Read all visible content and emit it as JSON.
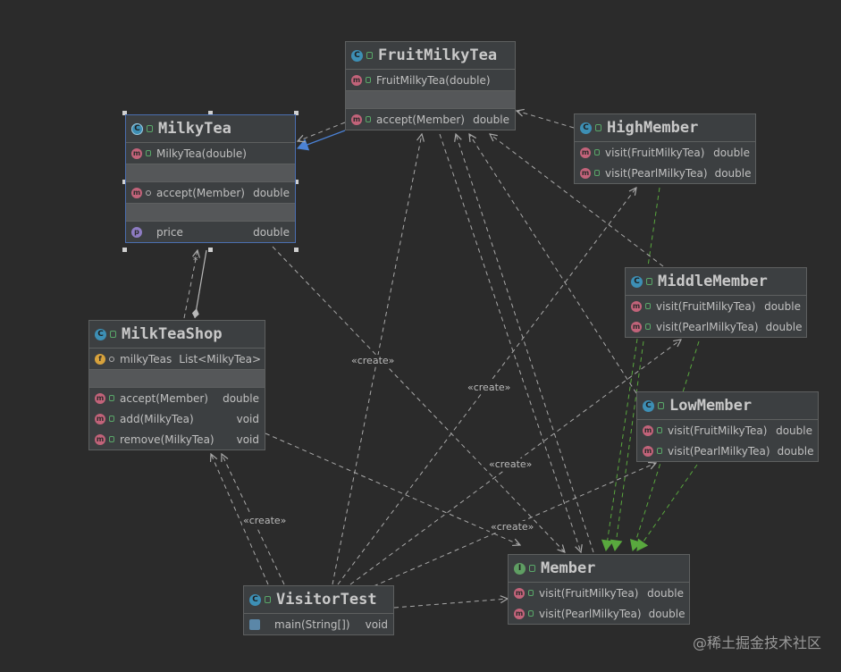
{
  "classes": {
    "fruit": {
      "name": "FruitMilkyTea",
      "members": [
        {
          "name": "FruitMilkyTea(double)",
          "type": ""
        },
        {
          "name": "accept(Member)",
          "type": "double"
        }
      ]
    },
    "milkytea": {
      "name": "MilkyTea",
      "members": [
        {
          "name": "MilkyTea(double)",
          "type": ""
        },
        {
          "name": "accept(Member)",
          "type": "double"
        },
        {
          "name": "price",
          "type": "double"
        }
      ]
    },
    "high": {
      "name": "HighMember",
      "members": [
        {
          "name": "visit(FruitMilkyTea)",
          "type": "double"
        },
        {
          "name": "visit(PearlMilkyTea)",
          "type": "double"
        }
      ]
    },
    "middle": {
      "name": "MiddleMember",
      "members": [
        {
          "name": "visit(FruitMilkyTea)",
          "type": "double"
        },
        {
          "name": "visit(PearlMilkyTea)",
          "type": "double"
        }
      ]
    },
    "low": {
      "name": "LowMember",
      "members": [
        {
          "name": "visit(FruitMilkyTea)",
          "type": "double"
        },
        {
          "name": "visit(PearlMilkyTea)",
          "type": "double"
        }
      ]
    },
    "shop": {
      "name": "MilkTeaShop",
      "members": [
        {
          "name": "milkyTeas",
          "type": "List<MilkyTea>"
        },
        {
          "name": "accept(Member)",
          "type": "double"
        },
        {
          "name": "add(MilkyTea)",
          "type": "void"
        },
        {
          "name": "remove(MilkyTea)",
          "type": "void"
        }
      ]
    },
    "visitor": {
      "name": "VisitorTest",
      "members": [
        {
          "name": "main(String[])",
          "type": "void"
        }
      ]
    },
    "member": {
      "name": "Member",
      "members": [
        {
          "name": "visit(FruitMilkyTea)",
          "type": "double"
        },
        {
          "name": "visit(PearlMilkyTea)",
          "type": "double"
        }
      ]
    }
  },
  "labels": {
    "create": "«create»",
    "multiplicity": "*"
  },
  "icons": {
    "class": "C",
    "abstract_class": "C",
    "interface": "I",
    "method": "m",
    "abstract_method": "m",
    "field": "f",
    "property": "p"
  },
  "colors": {
    "background": "#2b2b2b",
    "node": "#3c3f41",
    "dependency": "#a9a9a9",
    "realization": "#59a83e",
    "generalization": "#4b82d6"
  },
  "watermark": "@稀土掘金技术社区"
}
